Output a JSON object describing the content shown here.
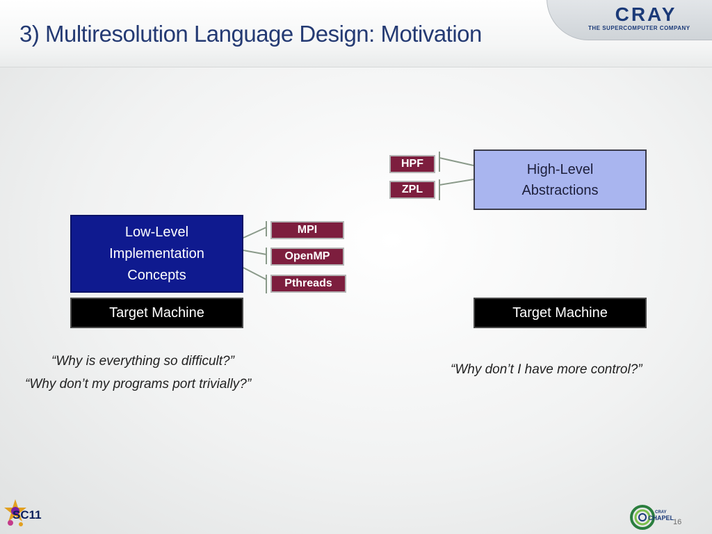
{
  "slide": {
    "title": "3) Multiresolution Language Design: Motivation",
    "page_number": "16"
  },
  "logo": {
    "name": "CRAY",
    "tagline": "THE SUPERCOMPUTER COMPANY",
    "color": "#1b3a78"
  },
  "left_stack": {
    "concept_box": {
      "line1": "Low-Level",
      "line2": "Implementation",
      "line3": "Concepts",
      "color": "#0f1a8f"
    },
    "target": "Target Machine",
    "tags": [
      "MPI",
      "OpenMP",
      "Pthreads"
    ],
    "quotes": [
      "“Why is everything so difficult?”",
      "“Why don’t my programs port trivially?”"
    ]
  },
  "right_stack": {
    "concept_box": {
      "line1": "High-Level",
      "line2": "Abstractions",
      "color": "#a9b5ef"
    },
    "target": "Target Machine",
    "tags": [
      "HPF",
      "ZPL"
    ],
    "quotes": [
      "“Why don’t I have more control?”"
    ]
  },
  "colors": {
    "title": "#243a73",
    "tag_fill": "#7d1e3e",
    "target_fill": "#000000"
  },
  "footer": {
    "left_logo": "SC11",
    "right_logo": "CHAPEL",
    "right_logo_small": "CRAY"
  }
}
